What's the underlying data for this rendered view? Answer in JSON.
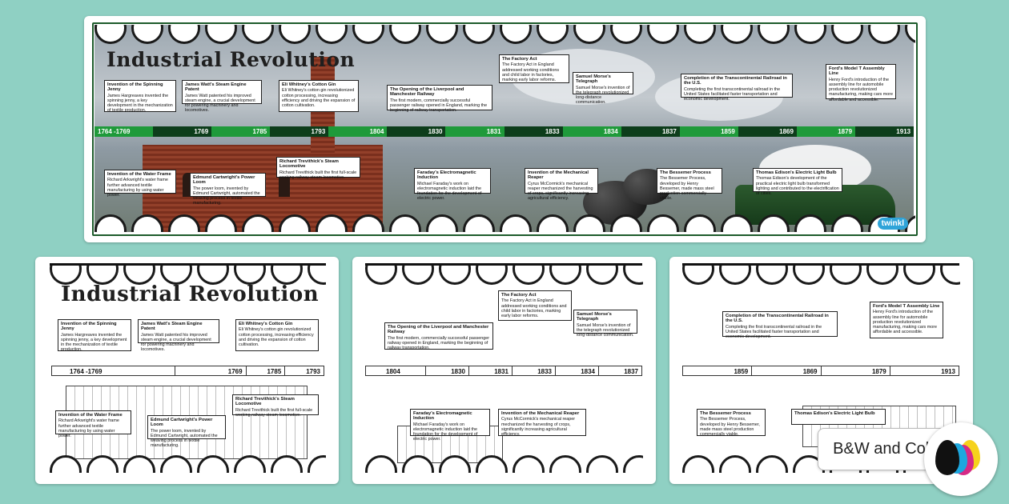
{
  "title": "Industrial Revolution",
  "badge_label": "B&W and Color",
  "logo_text": "twinkl",
  "colors": {
    "background": "#8fd0c3",
    "green_dark": "#0d3d1b",
    "green_light": "#1f9a3a",
    "frame": "#1d5b2b"
  },
  "timeline_years": [
    "1764 -1769",
    "1769",
    "1785",
    "1793",
    "1804",
    "1830",
    "1831",
    "1833",
    "1834",
    "1837",
    "1859",
    "1869",
    "1879",
    "1913"
  ],
  "events": {
    "spinning_jenny": {
      "title": "Invention of the Spinning Jenny",
      "text": "James Hargreaves invented the spinning jenny, a key development in the mechanization of textile production."
    },
    "watt_patent": {
      "title": "James Watt's Steam Engine Patent",
      "text": "James Watt patented his improved steam engine, a crucial development for powering machinery and locomotives."
    },
    "cotton_gin": {
      "title": "Eli Whitney's Cotton Gin",
      "text": "Eli Whitney's cotton gin revolutionized cotton processing, increasing efficiency and driving the expansion of cotton cultivation."
    },
    "liverpool_railway": {
      "title": "The Opening of the Liverpool and Manchester Railway",
      "text": "The first modern, commercially successful passenger railway opened in England, marking the beginning of railway transportation."
    },
    "factory_act": {
      "title": "The Factory Act",
      "text": "The Factory Act in England addressed working conditions and child labor in factories, marking early labor reforms."
    },
    "morse_telegraph": {
      "title": "Samuel Morse's Telegraph",
      "text": "Samuel Morse's invention of the telegraph revolutionized long-distance communication."
    },
    "transcontinental": {
      "title": "Completion of the Transcontinental Railroad in the U.S.",
      "text": "Completing the first transcontinental railroad in the United States facilitated faster transportation and economic development."
    },
    "ford_model_t": {
      "title": "Ford's Model T Assembly Line",
      "text": "Henry Ford's introduction of the assembly line for automobile production revolutionized manufacturing, making cars more affordable and accessible."
    },
    "water_frame": {
      "title": "Invention of the Water Frame",
      "text": "Richard Arkwright's water frame further advanced textile manufacturing by using water power."
    },
    "power_loom": {
      "title": "Edmund Cartwright's Power Loom",
      "text": "The power loom, invented by Edmund Cartwright, automated the weaving process in textile manufacturing."
    },
    "trevithick": {
      "title": "Richard Trevithick's Steam Locomotive",
      "text": "Richard Trevithick built the first full-scale working railway steam locomotive."
    },
    "faraday": {
      "title": "Faraday's Electromagnetic Induction",
      "text": "Michael Faraday's work on electromagnetic induction laid the foundation for the development of electric power."
    },
    "mccormick": {
      "title": "Invention of the Mechanical Reaper",
      "text": "Cyrus McCormick's mechanical reaper mechanized the harvesting of crops, significantly increasing agricultural efficiency."
    },
    "bessemer": {
      "title": "The Bessemer Process",
      "text": "The Bessemer Process, developed by Henry Bessemer, made mass steel production commercially viable."
    },
    "edison": {
      "title": "Thomas Edison's Electric Light Bulb",
      "text": "Thomas Edison's development of the practical electric light bulb transformed lighting and contributed to the electrification of cities."
    }
  }
}
